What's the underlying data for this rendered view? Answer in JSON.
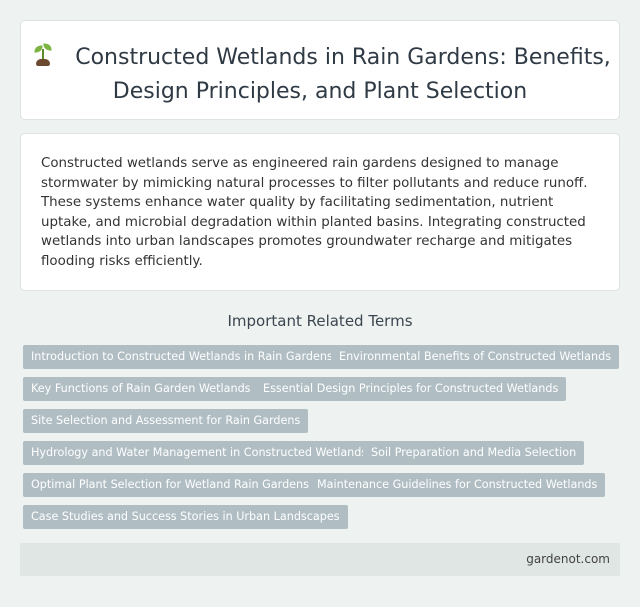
{
  "header": {
    "title": "Constructed Wetlands in Rain Gardens: Benefits, Design Principles, and Plant Selection",
    "icon": "seedling-icon"
  },
  "description": "Constructed wetlands serve as engineered rain gardens designed to manage stormwater by mimicking natural processes to filter pollutants and reduce runoff. These systems enhance water quality by facilitating sedimentation, nutrient uptake, and microbial degradation within planted basins. Integrating constructed wetlands into urban landscapes promotes groundwater recharge and mitigates flooding risks efficiently.",
  "related": {
    "heading": "Important Related Terms",
    "terms": [
      "Introduction to Constructed Wetlands in Rain Gardens",
      "Environmental Benefits of Constructed Wetlands",
      "Key Functions of Rain Garden Wetlands",
      "Essential Design Principles for Constructed Wetlands",
      "Site Selection and Assessment for Rain Gardens",
      "Hydrology and Water Management in Constructed Wetlands",
      "Soil Preparation and Media Selection",
      "Optimal Plant Selection for Wetland Rain Gardens",
      "Maintenance Guidelines for Constructed Wetlands",
      "Case Studies and Success Stories in Urban Landscapes"
    ]
  },
  "footer": {
    "site": "gardenot.com"
  },
  "colors": {
    "background": "#eef3f1",
    "chip": "#b0bec3",
    "footer": "#e0e6e4"
  }
}
